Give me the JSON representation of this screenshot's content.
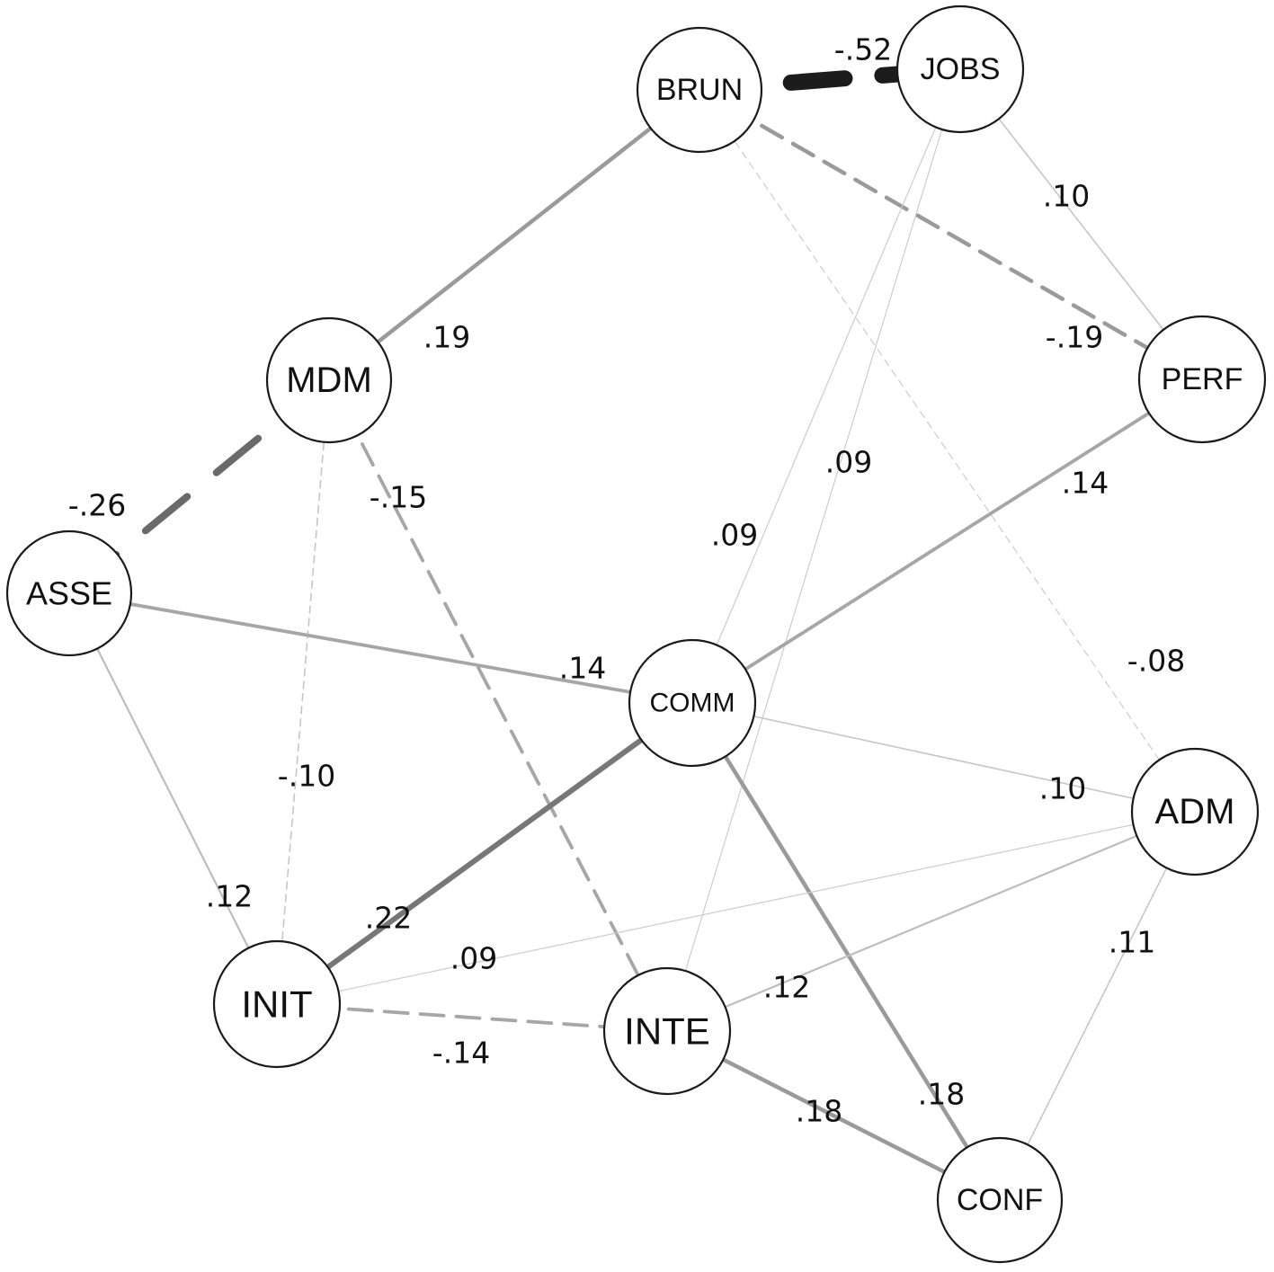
{
  "nodes": [
    {
      "id": "BRUN",
      "label": "BRUN"
    },
    {
      "id": "JOBS",
      "label": "JOBS"
    },
    {
      "id": "PERF",
      "label": "PERF"
    },
    {
      "id": "MDM",
      "label": "MDM"
    },
    {
      "id": "ASSE",
      "label": "ASSE"
    },
    {
      "id": "COMM",
      "label": "COMM"
    },
    {
      "id": "ADM",
      "label": "ADM"
    },
    {
      "id": "INIT",
      "label": "INIT"
    },
    {
      "id": "INTE",
      "label": "INTE"
    },
    {
      "id": "CONF",
      "label": "CONF"
    }
  ],
  "edges": [
    {
      "from": "BRUN",
      "to": "JOBS",
      "weight": -0.52,
      "label": "-.52"
    },
    {
      "from": "BRUN",
      "to": "MDM",
      "weight": 0.19,
      "label": ".19"
    },
    {
      "from": "BRUN",
      "to": "PERF",
      "weight": -0.19,
      "label": "-.19"
    },
    {
      "from": "BRUN",
      "to": "ADM",
      "weight": -0.08,
      "label": "-.08"
    },
    {
      "from": "JOBS",
      "to": "PERF",
      "weight": 0.1,
      "label": ".10"
    },
    {
      "from": "JOBS",
      "to": "COMM",
      "weight": 0.09,
      "label": ".09"
    },
    {
      "from": "JOBS",
      "to": "INTE",
      "weight": 0.09,
      "label": ".09"
    },
    {
      "from": "MDM",
      "to": "ASSE",
      "weight": -0.26,
      "label": "-.26"
    },
    {
      "from": "MDM",
      "to": "INTE",
      "weight": -0.15,
      "label": "-.15"
    },
    {
      "from": "MDM",
      "to": "INIT",
      "weight": -0.1,
      "label": "-.10"
    },
    {
      "from": "PERF",
      "to": "COMM",
      "weight": 0.14,
      "label": ".14"
    },
    {
      "from": "ASSE",
      "to": "COMM",
      "weight": 0.14,
      "label": ".14"
    },
    {
      "from": "ASSE",
      "to": "INIT",
      "weight": 0.12,
      "label": ".12"
    },
    {
      "from": "COMM",
      "to": "ADM",
      "weight": 0.1,
      "label": ".10"
    },
    {
      "from": "COMM",
      "to": "INIT",
      "weight": 0.22,
      "label": ".22"
    },
    {
      "from": "COMM",
      "to": "CONF",
      "weight": 0.18,
      "label": ".18"
    },
    {
      "from": "ADM",
      "to": "INIT",
      "weight": 0.09,
      "label": ".09"
    },
    {
      "from": "ADM",
      "to": "INTE",
      "weight": 0.12,
      "label": ".12"
    },
    {
      "from": "ADM",
      "to": "CONF",
      "weight": 0.11,
      "label": ".11"
    },
    {
      "from": "INIT",
      "to": "INTE",
      "weight": -0.14,
      "label": "-.14"
    },
    {
      "from": "INTE",
      "to": "CONF",
      "weight": 0.18,
      "label": ".18"
    }
  ]
}
